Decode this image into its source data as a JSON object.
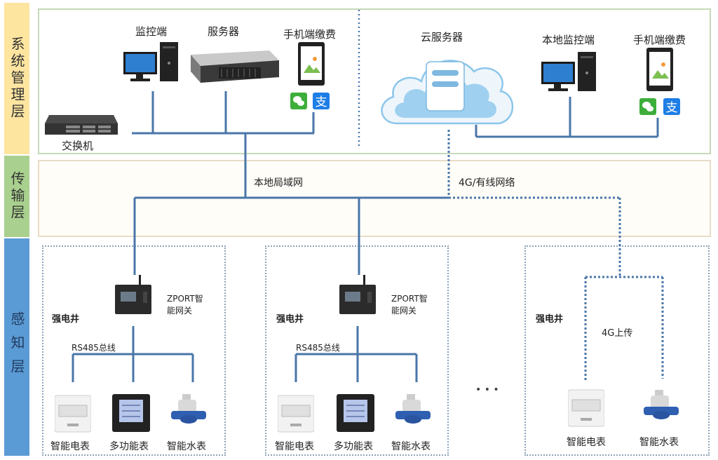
{
  "layers": {
    "management": "系统管理层",
    "transport": "传输层",
    "sensing": "感知层"
  },
  "management": {
    "local": {
      "monitor": "监控端",
      "server": "服务器",
      "mobile_payment": "手机端缴费",
      "switch": "交换机"
    },
    "cloud": {
      "cloud_server": "云服务器",
      "local_monitor": "本地监控端",
      "mobile_payment": "手机端缴费"
    }
  },
  "transport": {
    "lan": "本地局域网",
    "wan": "4G/有线网络"
  },
  "sensing": {
    "groups": [
      {
        "location": "强电井",
        "gateway": "ZPORT智能网关",
        "gateway_line1": "ZPORT智",
        "gateway_line2": "能网关",
        "bus": "RS485总线",
        "devices": [
          "智能电表",
          "多功能表",
          "智能水表"
        ]
      },
      {
        "location": "强电井",
        "gateway": "ZPORT智能网关",
        "gateway_line1": "ZPORT智",
        "gateway_line2": "能网关",
        "bus": "RS485总线",
        "devices": [
          "智能电表",
          "多功能表",
          "智能水表"
        ]
      },
      {
        "location": "强电井",
        "uplink": "4G上传",
        "devices": [
          "智能电表",
          "智能水表"
        ]
      }
    ],
    "ellipsis": "• • •"
  },
  "colors": {
    "management_layer": "#fde5a0",
    "transport_layer": "#a9d08e",
    "sensing_layer": "#5b9bd5",
    "line": "#4a76a8",
    "wechat": "#3dae3a",
    "alipay": "#1e7ee6"
  }
}
